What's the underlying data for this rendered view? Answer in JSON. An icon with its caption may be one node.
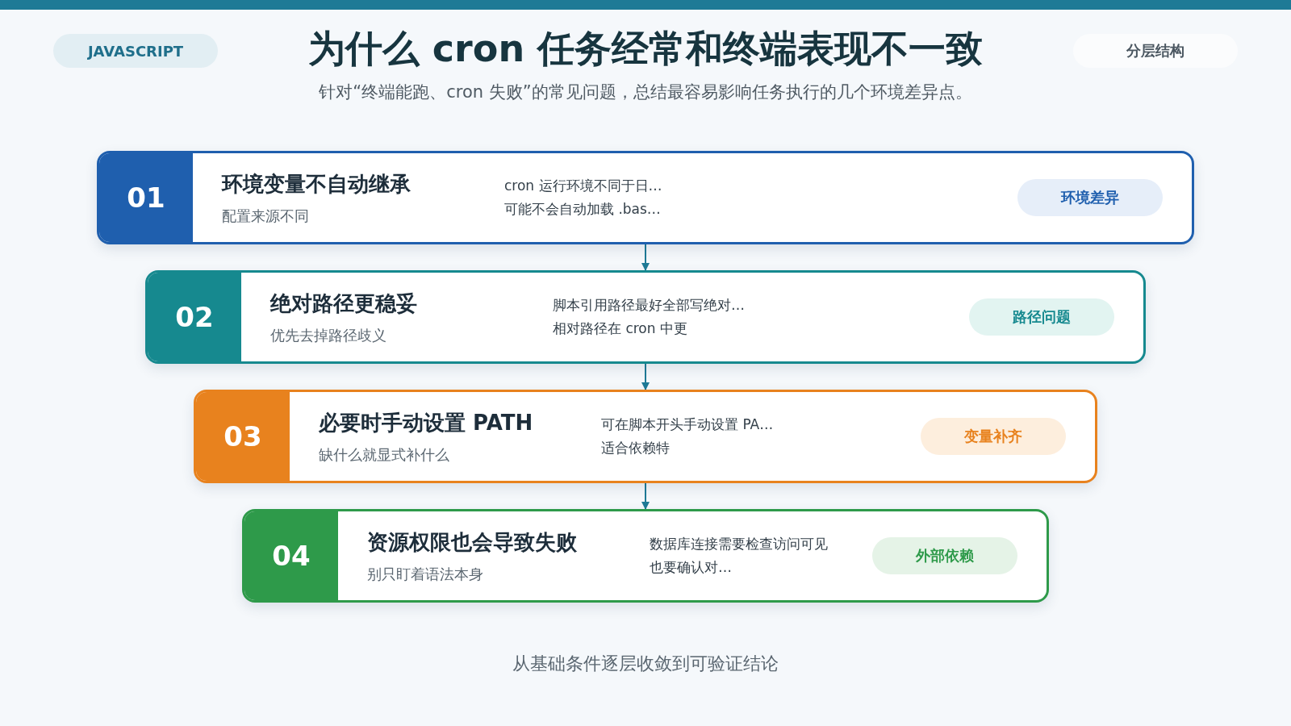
{
  "diagram": {
    "title": "为什么 cron 任务经常和终端表现不一致",
    "caption": "从基础条件逐层收敛到可验证结论",
    "nodes": [
      {
        "text": [
          "01",
          "环境变量不自动继承",
          "配置来源不同",
          "cron 运行环境不同于日…",
          "可能不会自动加载 .bas…"
        ]
      },
      {
        "text": [
          "环境差异"
        ],
        "in": 0
      },
      {
        "text": [
          "02",
          "绝对路径更稳妥",
          "优先去掉路径歧义",
          "脚本引用路径最好全部写绝对…",
          "相对路径在 cron 中更"
        ]
      },
      {
        "text": [
          "路径问题"
        ],
        "in": 2
      },
      {
        "text": [
          "03",
          "必要时手动设置 PATH",
          "缺什么就显式补什么",
          "可在脚本开头手动设置 PA…",
          "适合依赖特"
        ]
      },
      {
        "text": [
          "变量补齐"
        ],
        "in": 4
      },
      {
        "text": [
          "04",
          "资源权限也会导致失败",
          "别只盯着语法本身",
          "数据库连接需要检查访问可见",
          "也要确认对…"
        ]
      },
      {
        "text": [
          "外部依赖"
        ],
        "in": 6
      }
    ],
    "edges": [
      {
        "from": 0,
        "to": 2,
        "arrow": "to"
      },
      {
        "from": 2,
        "to": 4,
        "arrow": "to"
      },
      {
        "from": 4,
        "to": 6,
        "arrow": "to"
      }
    ],
    "labels": [
      "JAVASCRIPT",
      "分层结构",
      "针对“终端能跑、cron 失败”的常见问题，总结最容易影响任务执行的几个环境差异点。"
    ]
  }
}
